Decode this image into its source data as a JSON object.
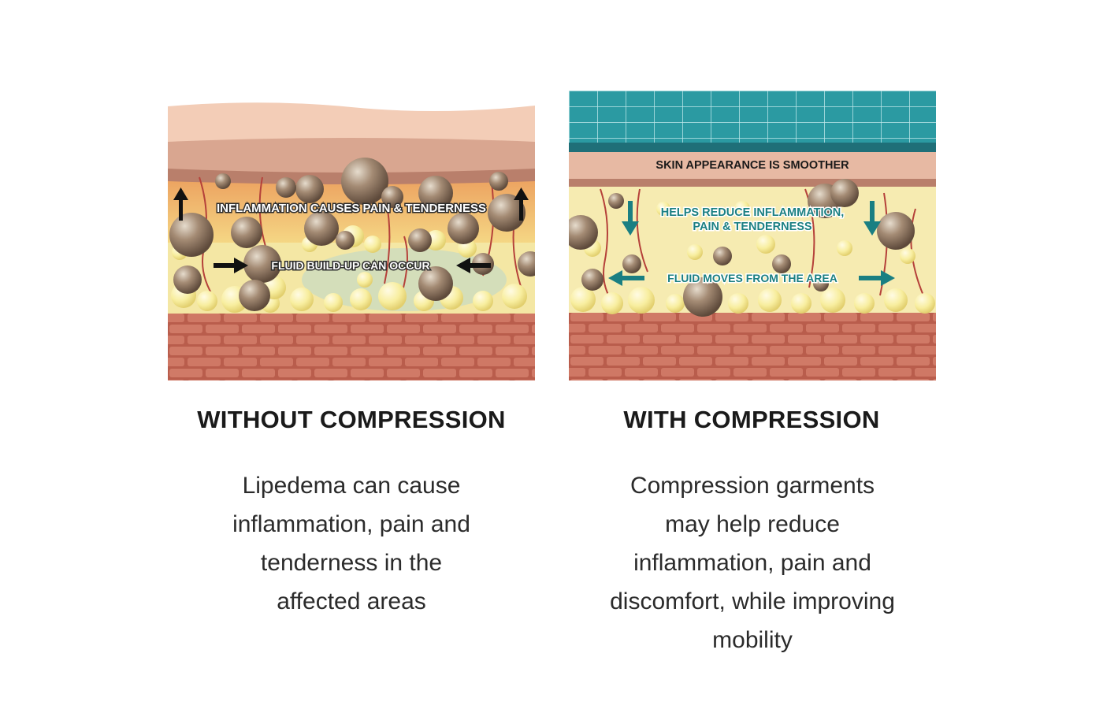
{
  "left": {
    "heading": "WITHOUT COMPRESSION",
    "description": "Lipedema can cause inflammation, pain and tenderness in the affected areas",
    "labels": {
      "inflammation": "INFLAMMATION CAUSES PAIN & TENDERNESS",
      "fluid": "FLUID BUILD-UP CAN OCCUR"
    }
  },
  "right": {
    "heading": "WITH COMPRESSION",
    "description": "Compression garments may help reduce inflammation, pain and discomfort, while improving mobility",
    "labels": {
      "skin": "SKIN APPEARANCE IS SMOOTHER",
      "reduce_line1": "HELPS REDUCE INFLAMMATION,",
      "reduce_line2": "PAIN & TENDERNESS",
      "fluid": "FLUID MOVES FROM THE AREA"
    }
  },
  "colors": {
    "skin_top": "#f3cdb7",
    "skin_layer": "#d9a690",
    "fat_yellow": "#f7ec9e",
    "fat_nodule": "#8f7560",
    "muscle": "#c9705e",
    "compression_teal": "#2b9aa2",
    "accent_teal": "#1a7f82",
    "vessel_red": "#b5413a"
  }
}
